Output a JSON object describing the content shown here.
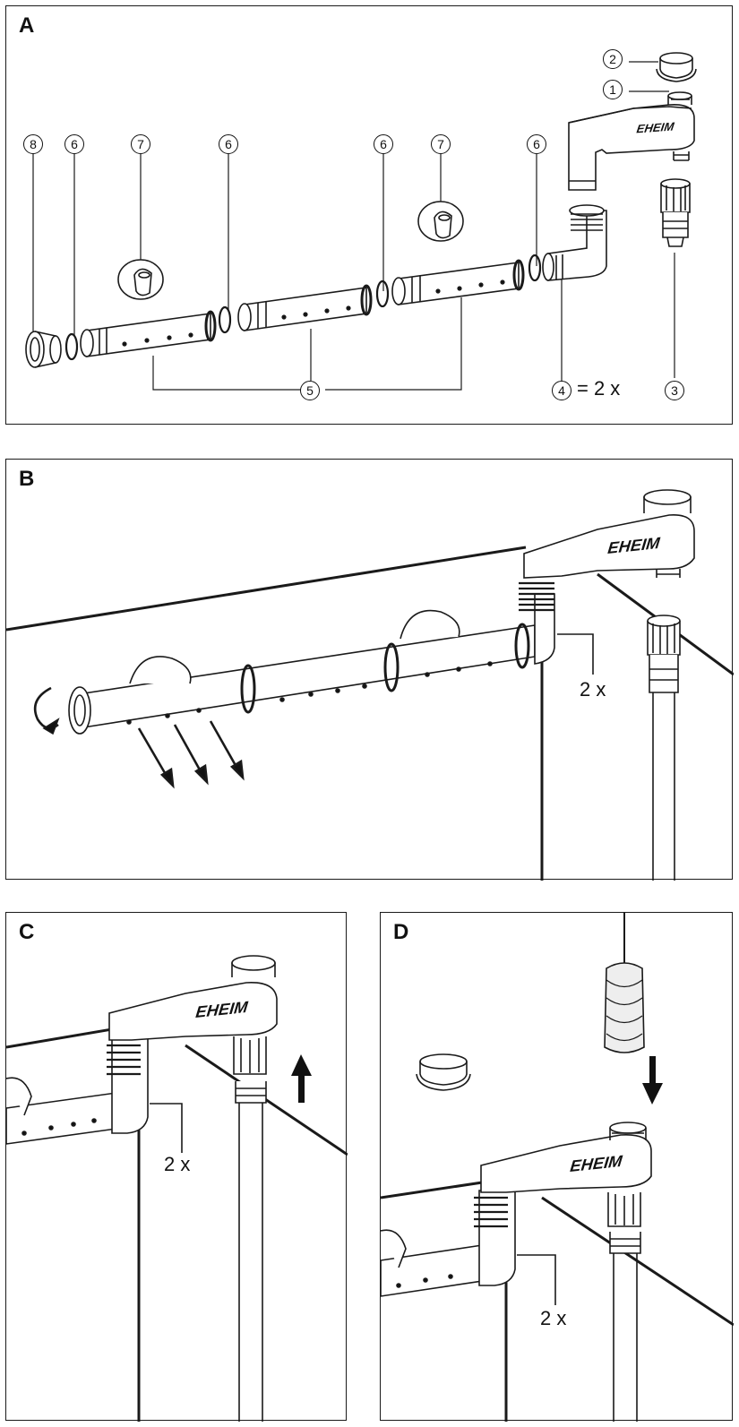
{
  "panels": {
    "a": {
      "label": "A"
    },
    "b": {
      "label": "B",
      "qty": "2 x"
    },
    "c": {
      "label": "C",
      "qty": "2 x"
    },
    "d": {
      "label": "D",
      "qty": "2 x"
    }
  },
  "callouts": {
    "n1": "1",
    "n2": "2",
    "n3": "3",
    "n4": "4",
    "n5": "5",
    "n6": "6",
    "n7": "7",
    "n8": "8",
    "n4_qty": "= 2 x"
  },
  "brand": "EHEIM",
  "colors": {
    "line": "#1a1a1a",
    "fill": "#ffffff",
    "shade": "#d8d8d8"
  }
}
